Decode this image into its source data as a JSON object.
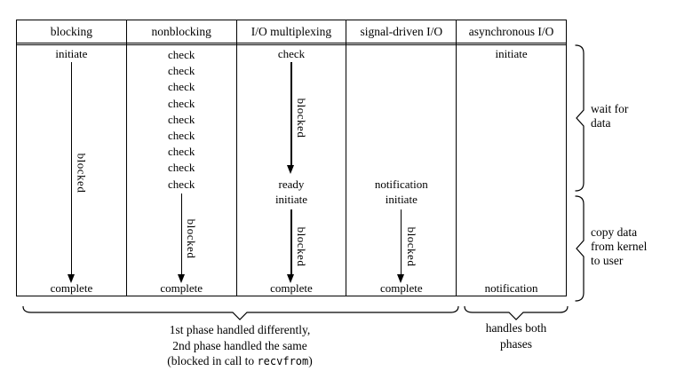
{
  "table": {
    "headers": [
      "blocking",
      "nonblocking",
      "I/O multiplexing",
      "signal-driven I/O",
      "asynchronous I/O"
    ],
    "labels": {
      "initiate": "initiate",
      "check": "check",
      "blocked": "blocked",
      "complete": "complete",
      "ready": "ready",
      "notification": "notification"
    },
    "nonblocking_check_count": 9
  },
  "annotations": {
    "wait_for_data": [
      "wait for",
      "data"
    ],
    "copy_data": [
      "copy data",
      "from kernel",
      "to user"
    ],
    "first_phase": [
      "1st phase handled differently,",
      "2nd phase handled the same"
    ],
    "blocked_call_prefix": "(blocked in call to ",
    "blocked_call_code": "recvfrom",
    "blocked_call_suffix": ")",
    "handles_both": [
      "handles both",
      "phases"
    ]
  },
  "colors": {
    "ink": "#000000",
    "background": "#ffffff"
  }
}
